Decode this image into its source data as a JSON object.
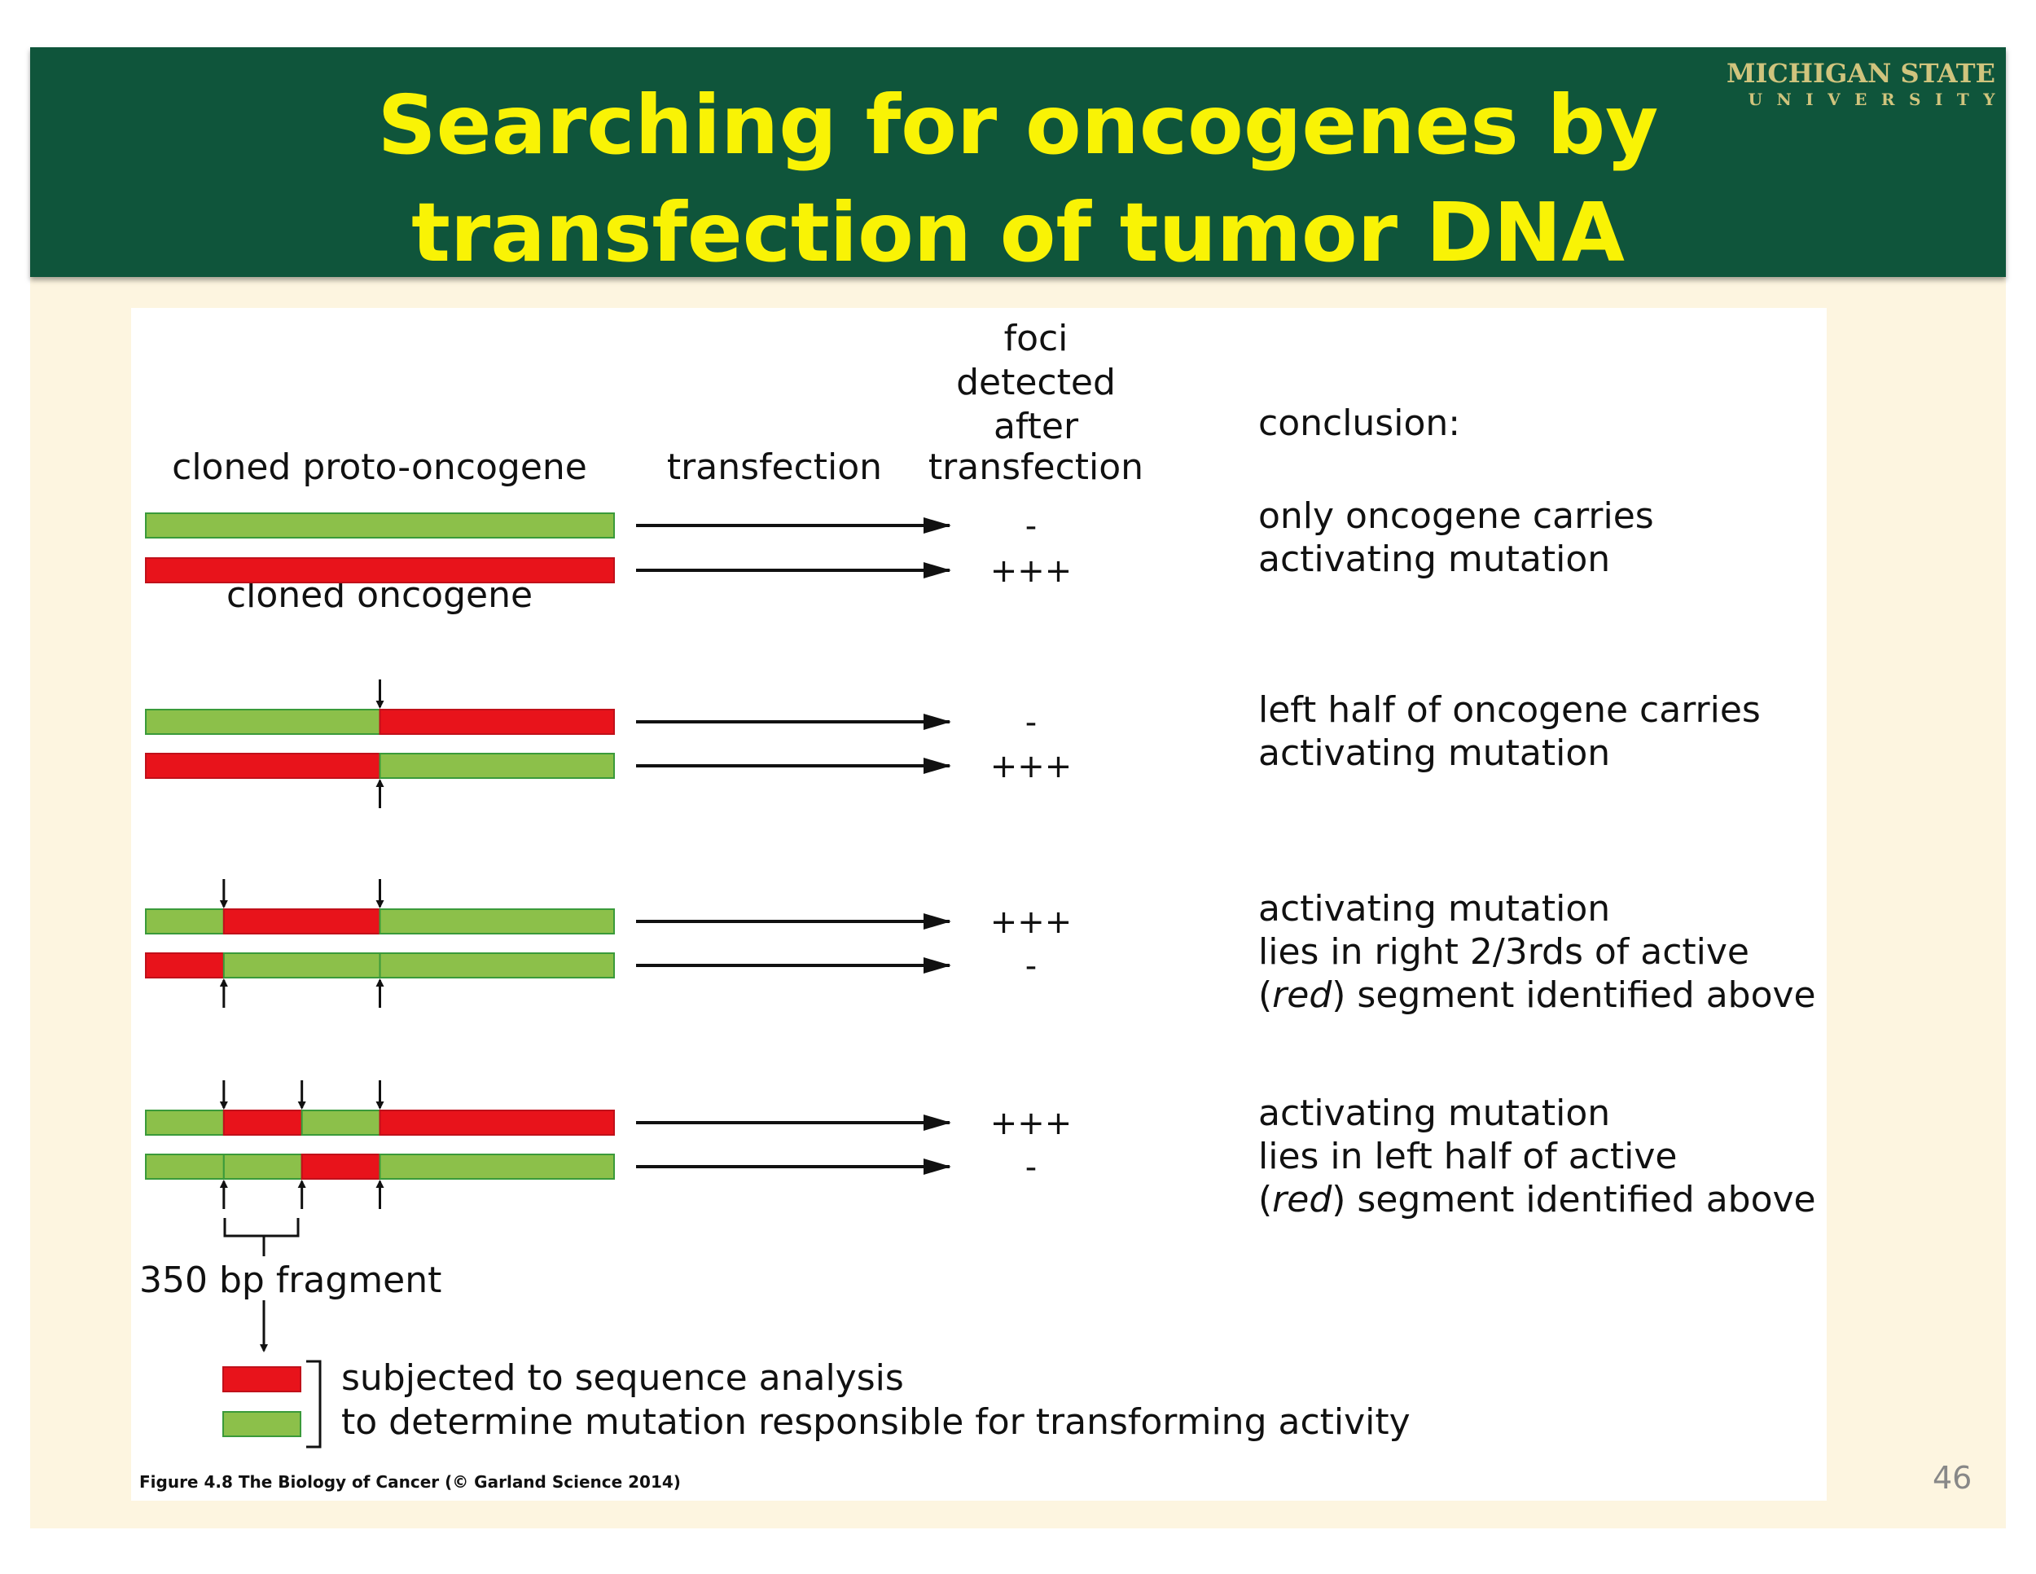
{
  "slide": {
    "title_line1": "Searching for oncogenes by",
    "title_line2": "transfection of tumor DNA",
    "logo_line1": "MICHIGAN STATE",
    "logo_line2": "UNIVERSITY",
    "page_number": "46"
  },
  "diagram": {
    "headers": {
      "proto": "cloned proto-oncogene",
      "transfection": "transfection",
      "foci": [
        "foci",
        "detected",
        "after",
        "transfection"
      ],
      "conclusion": "conclusion:"
    },
    "oncogene_label": "cloned oncogene",
    "rows": [
      {
        "segments": [
          "green"
        ],
        "result": "-"
      },
      {
        "segments": [
          "red"
        ],
        "result": "+++"
      },
      {
        "segments": [
          "green",
          "red"
        ],
        "result": "-"
      },
      {
        "segments": [
          "red",
          "green"
        ],
        "result": "+++"
      },
      {
        "segments": [
          "green",
          "red",
          "green"
        ],
        "result": "+++"
      },
      {
        "segments": [
          "red",
          "green",
          "green"
        ],
        "result": "-"
      },
      {
        "segments": [
          "green",
          "red",
          "green",
          "red"
        ],
        "result": "+++"
      },
      {
        "segments": [
          "green",
          "green",
          "red",
          "green"
        ],
        "result": "-"
      }
    ],
    "conclusions": [
      [
        "only oncogene carries",
        "activating mutation"
      ],
      [
        "left half of oncogene carries",
        "activating mutation"
      ],
      [
        "activating mutation",
        "lies in right 2/3rds of active",
        "(red) segment identified above"
      ],
      [
        "activating mutation",
        "lies in left half of active",
        "(red) segment identified above"
      ]
    ],
    "fragment_label": "350 bp fragment",
    "legend": [
      "subjected to sequence analysis",
      "to determine mutation responsible for transforming activity"
    ],
    "caption": "Figure 4.8  The Biology of Cancer (© Garland Science 2014)",
    "colors": {
      "red": "#e8131b",
      "green": "#8cc04a",
      "green_border": "#3a9a3a",
      "red_border": "#c0101a"
    }
  }
}
